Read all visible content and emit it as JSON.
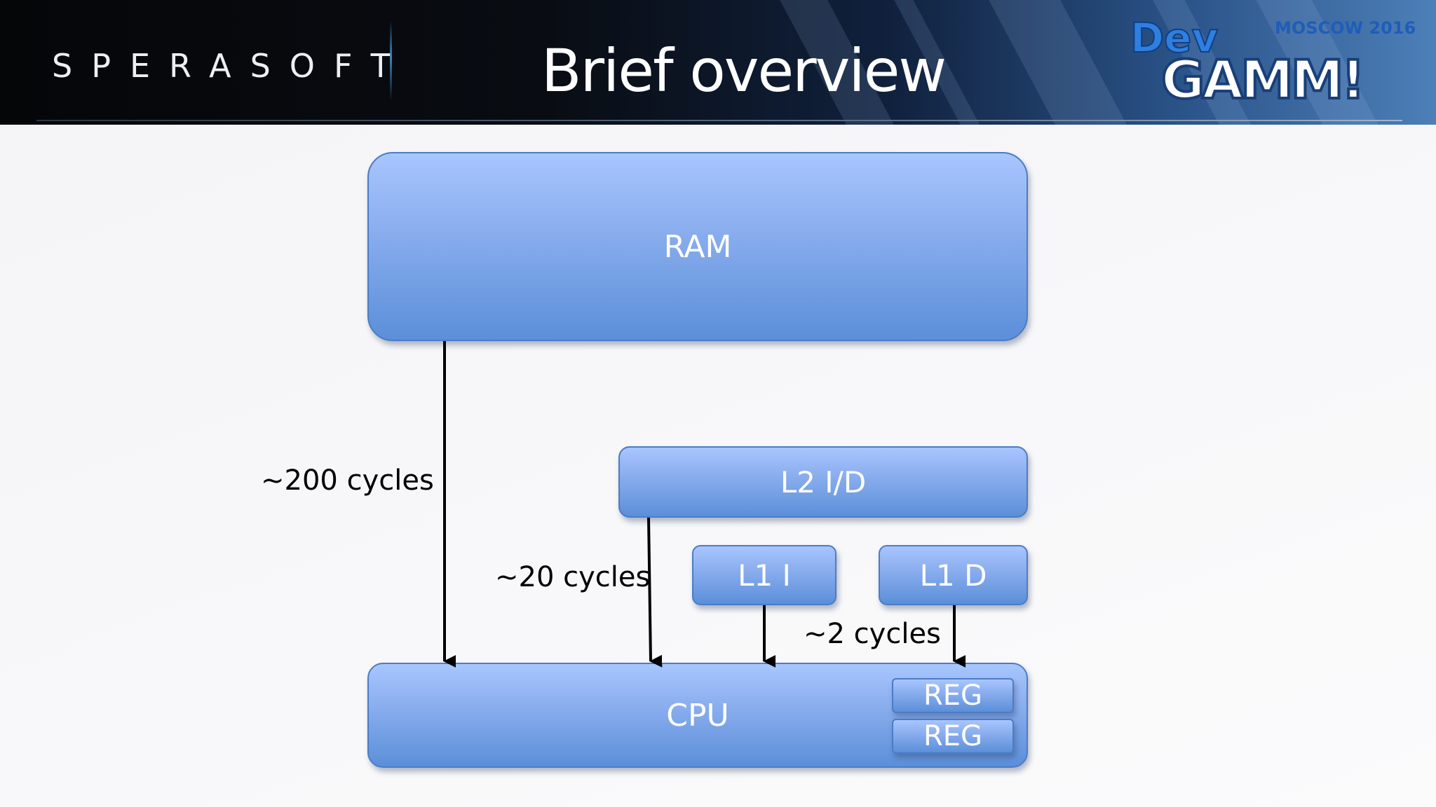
{
  "header": {
    "company_logo_text": "SPERASOFT",
    "title": "Brief overview",
    "event_logo": {
      "line1": "Dev",
      "line2": "GAMM!",
      "city_year": "MOSCOW 2016"
    }
  },
  "diagram": {
    "nodes": {
      "ram": "RAM",
      "l2": "L2 I/D",
      "l1i": "L1 I",
      "l1d": "L1 D",
      "cpu": "CPU",
      "reg_top": "REG",
      "reg_bottom": "REG"
    },
    "latency_labels": {
      "ram_to_cpu": "~200 cycles",
      "l2_to_cpu": "~20 cycles",
      "l1_to_cpu": "~2 cycles"
    }
  }
}
